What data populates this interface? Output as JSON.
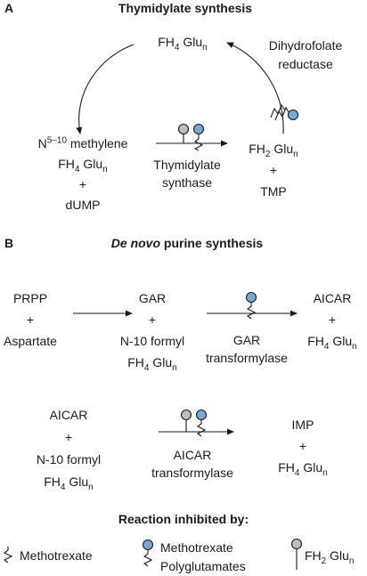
{
  "panel_a": {
    "letter": "A",
    "title": "Thymidylate synthesis",
    "top_node": {
      "base": "FH",
      "sub1": "4",
      "mid": " Glu",
      "sub2": "n"
    },
    "enzyme_right": [
      "Dihydrofolate",
      "reductase"
    ],
    "left_node": {
      "n_base": "N",
      "n_sup": "5–10",
      "n_rest": " methylene",
      "fh_base": "FH",
      "fh_sub": "4",
      "glu": " Glu",
      "glu_sub": "n",
      "plus": "+",
      "dump": "dUMP"
    },
    "enzyme_center": [
      "Thymidylate",
      "synthase"
    ],
    "right_node": {
      "fh_base": "FH",
      "fh_sub": "2",
      "glu": " Glu",
      "glu_sub": "n",
      "plus": "+",
      "tmp": "TMP"
    }
  },
  "panel_b": {
    "letter": "B",
    "title_italic": "De novo",
    "title_rest": " purine synthesis",
    "prpp": {
      "l1": "PRPP",
      "plus": "+",
      "l2": "Aspartate"
    },
    "gar": {
      "l1": "GAR",
      "plus": "+",
      "l2": "N-10 formyl",
      "fh_base": "FH",
      "fh_sub": "4",
      "glu": " Glu",
      "glu_sub": "n"
    },
    "gar_enzyme": [
      "GAR",
      "transformylase"
    ],
    "aicar_product": {
      "l1": "AICAR",
      "plus": "+",
      "fh_base": "FH",
      "fh_sub": "4",
      "glu": " Glu",
      "glu_sub": "n"
    },
    "aicar_substrate": {
      "l1": "AICAR",
      "plus": "+",
      "l2": "N-10 formyl",
      "fh_base": "FH",
      "fh_sub": "4",
      "glu": " Glu",
      "glu_sub": "n"
    },
    "aicar_enzyme": [
      "AICAR",
      "transformylase"
    ],
    "imp": {
      "l1": "IMP",
      "plus": "+",
      "fh_base": "FH",
      "fh_sub": "4",
      "glu": " Glu",
      "glu_sub": "n"
    }
  },
  "legend": {
    "title": "Reaction inhibited by:",
    "methotrexate": "Methotrexate",
    "mtx_poly": [
      "Methotrexate",
      "Polyglutamates"
    ],
    "fh2": {
      "base": "FH",
      "sub": "2",
      "glu": " Glu",
      "glu_sub": "n"
    }
  },
  "colors": {
    "poly_circle": "#7ba7d6",
    "fh2_circle": "#bdbdbd",
    "line": "#1a1a1a"
  }
}
